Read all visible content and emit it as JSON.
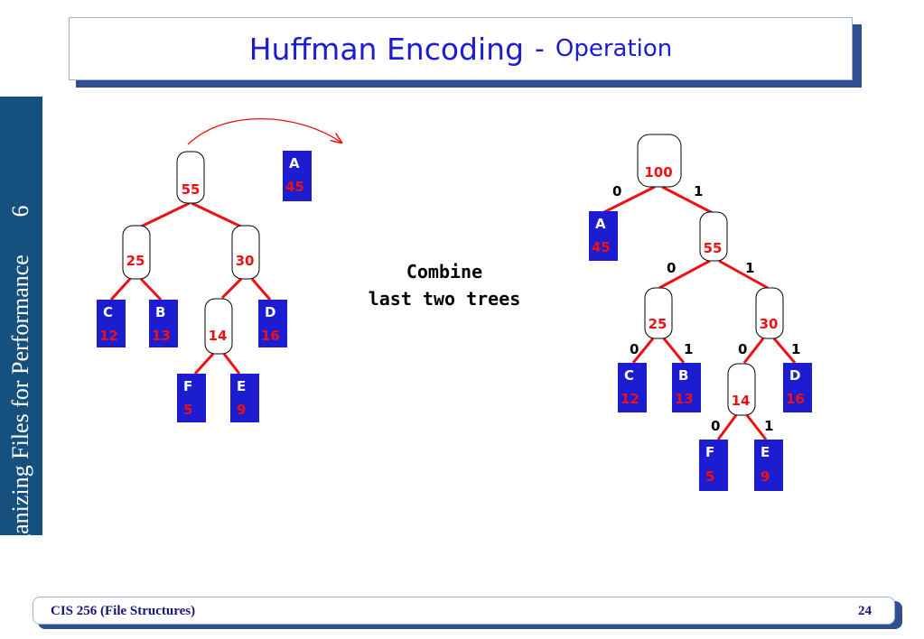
{
  "title": {
    "main": "Huffman Encoding",
    "separator": "-",
    "sub": "Operation"
  },
  "sidebar": {
    "text": "Organizing Files for Performance",
    "chapter": "6"
  },
  "caption": {
    "line1": "Combine",
    "line2": "last two trees"
  },
  "footer": {
    "course": "CIS 256 (File Structures)",
    "page": "24"
  },
  "colors": {
    "title_text": "#1c1cd0",
    "sidebar_bg": "#15507f",
    "leaf_bg": "#1c1cd0",
    "leaf_letter": "#ffffff",
    "count_text": "#ee1111",
    "edge": "#ee1111",
    "bit_text": "#000000"
  },
  "left_diagram": {
    "tree": {
      "nodes": [
        "55",
        "25",
        "30",
        "14"
      ],
      "leaves": [
        {
          "letter": "C",
          "count": "12"
        },
        {
          "letter": "B",
          "count": "13"
        },
        {
          "letter": "D",
          "count": "16"
        },
        {
          "letter": "F",
          "count": "5"
        },
        {
          "letter": "E",
          "count": "9"
        }
      ]
    },
    "single_leaf": {
      "letter": "A",
      "count": "45"
    }
  },
  "right_diagram": {
    "nodes": [
      "100",
      "55",
      "25",
      "30",
      "14"
    ],
    "leaves": [
      {
        "letter": "A",
        "count": "45"
      },
      {
        "letter": "C",
        "count": "12"
      },
      {
        "letter": "B",
        "count": "13"
      },
      {
        "letter": "D",
        "count": "16"
      },
      {
        "letter": "F",
        "count": "5"
      },
      {
        "letter": "E",
        "count": "9"
      }
    ],
    "edge_labels": [
      "0",
      "1"
    ]
  }
}
